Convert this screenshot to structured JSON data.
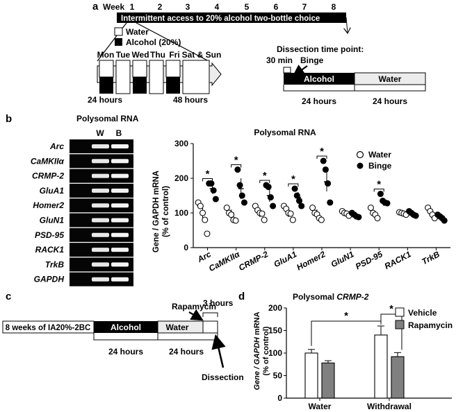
{
  "panel_a": {
    "letter": "a",
    "week_label": "Week",
    "weeks": [
      "1",
      "2",
      "3",
      "4",
      "5",
      "6",
      "7",
      "8"
    ],
    "bar_title": "Intermittent access to 20% alcohol two-bottle choice",
    "legend_water": "Water",
    "legend_alcohol": "Alcohol (20%)",
    "days": [
      "Mon",
      "Tue",
      "Wed",
      "Thu",
      "Fri",
      "Sat & Sun"
    ],
    "hours_24": "24 hours",
    "hours_48": "48 hours",
    "dissection_title": "Dissection time point:",
    "min30": "30 min",
    "binge": "Binge",
    "alcohol_box": "Alcohol",
    "water_box": "Water",
    "timeline_24a": "24 hours",
    "timeline_24b": "24 hours"
  },
  "panel_b": {
    "letter": "b",
    "gel_title": "Polysomal RNA",
    "lane_w": "W",
    "lane_b": "B",
    "genes": [
      "Arc",
      "CaMKIIα",
      "CRMP-2",
      "GluA1",
      "Homer2",
      "GluN1",
      "PSD-95",
      "RACK1",
      "TrkB",
      "GAPDH"
    ],
    "chart_title": "Polysomal RNA",
    "ylabel_line1": "Gene / GAPDH mRNA",
    "ylabel_line2": "(% of control)",
    "legend_water": "Water",
    "legend_binge": "Binge",
    "sig_marker": "*"
  },
  "panel_c": {
    "letter": "c",
    "box_8weeks": "8 weeks of IA20%-2BC",
    "alcohol_box": "Alcohol",
    "water_box": "Water",
    "rapamycin": "Rapamycin",
    "hours_3": "3 hours",
    "hours_24a": "24 hours",
    "hours_24b": "24 hours",
    "dissection": "Dissection"
  },
  "panel_d": {
    "letter": "d",
    "title_plain": "Polysomal",
    "title_italic": "CRMP-2",
    "ylabel_italic": "Gene / GAPDH",
    "ylabel_rest": " mRNA",
    "ylabel_line2": "(% of control)",
    "legend_vehicle": "Vehicle",
    "legend_rapamycin": "Rapamycin",
    "sig_marker": "*"
  },
  "chart_data": [
    {
      "type": "scatter",
      "title": "Polysomal RNA",
      "ylabel": "Gene / GAPDH mRNA (% of control)",
      "ylim": [
        0,
        300
      ],
      "yticks": [
        0,
        100,
        200,
        300
      ],
      "categories": [
        "Arc",
        "CaMKIIα",
        "CRMP-2",
        "GluA1",
        "Homer2",
        "GluN1",
        "PSD-95",
        "RACK1",
        "TrkB"
      ],
      "significant": [
        true,
        true,
        true,
        true,
        true,
        false,
        true,
        false,
        false
      ],
      "series": [
        {
          "name": "Water",
          "color": "#ffffff",
          "means": [
            100,
            100,
            100,
            100,
            100,
            100,
            100,
            100,
            100
          ],
          "sem": [
            20,
            10,
            12,
            12,
            10,
            6,
            8,
            5,
            8
          ],
          "points": [
            [
              130,
              120,
              100,
              80,
              40
            ],
            [
              115,
              100,
              95,
              80,
              78
            ],
            [
              120,
              108,
              100,
              98,
              80
            ],
            [
              120,
              112,
              100,
              98,
              80
            ],
            [
              115,
              100,
              96,
              85,
              80
            ],
            [
              105,
              100,
              98,
              92
            ],
            [
              115,
              100,
              95,
              85
            ],
            [
              102,
              100,
              98,
              95
            ],
            [
              115,
              105,
              95,
              85
            ]
          ]
        },
        {
          "name": "Binge",
          "color": "#000000",
          "means": [
            170,
            170,
            150,
            145,
            190,
            93,
            130,
            97,
            87
          ],
          "sem": [
            15,
            30,
            18,
            15,
            28,
            5,
            10,
            4,
            8
          ],
          "points": [
            [
              185,
              185,
              165,
              140
            ],
            [
              225,
              180,
              150,
              130
            ],
            [
              180,
              175,
              145,
              120
            ],
            [
              170,
              150,
              135,
              120
            ],
            [
              250,
              225,
              185,
              130
            ],
            [
              100,
              95,
              90,
              88
            ],
            [
              155,
              135,
              130,
              128
            ],
            [
              105,
              100,
              95,
              92
            ],
            [
              95,
              90,
              85,
              78
            ]
          ]
        }
      ]
    },
    {
      "type": "bar",
      "title": "Polysomal CRMP-2",
      "ylabel": "Gene / GAPDH mRNA (% of control)",
      "ylim": [
        0,
        200
      ],
      "yticks": [
        0,
        50,
        100,
        150,
        200
      ],
      "categories": [
        "Water",
        "Withdrawal"
      ],
      "series": [
        {
          "name": "Vehicle",
          "color": "#ffffff",
          "values": [
            100,
            140
          ],
          "errors": [
            8,
            20
          ]
        },
        {
          "name": "Rapamycin",
          "color": "#808080",
          "values": [
            78,
            92
          ],
          "errors": [
            5,
            9
          ]
        }
      ]
    }
  ]
}
